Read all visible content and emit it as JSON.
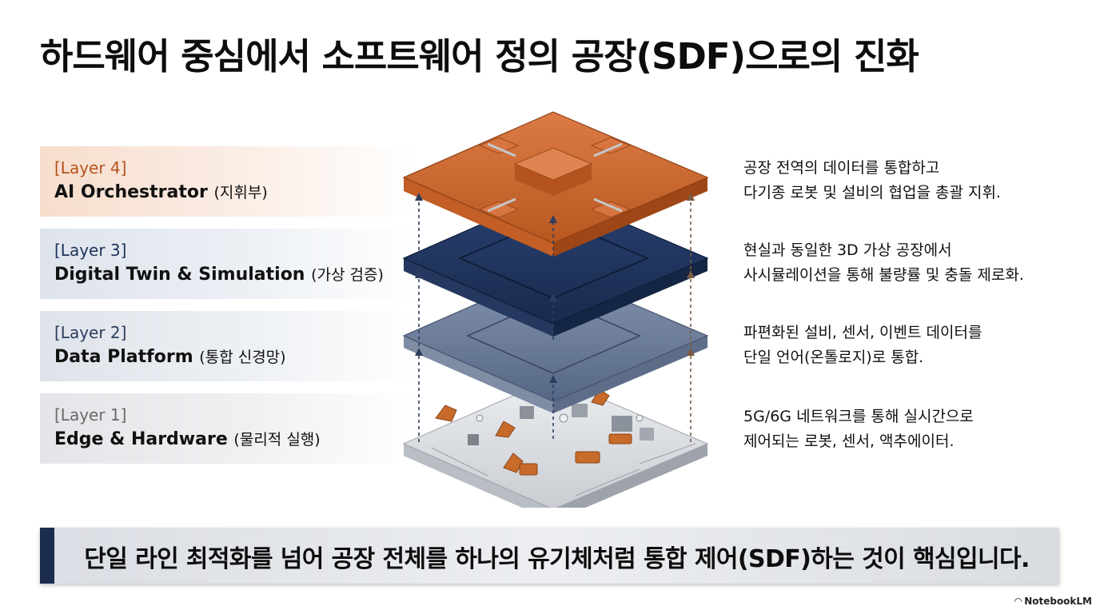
{
  "title": "하드웨어 중심에서 소프트웨어 정의 공장(SDF)으로의 진화",
  "layers": [
    {
      "tag": "[Layer 4]",
      "name": "AI Orchestrator",
      "sub": "(지휘부)",
      "desc_line1": "공장 전역의 데이터를 통합하고",
      "desc_line2": "다기종 로봇 및 설비의 협업을 총괄 지휘.",
      "color": "#c9642e"
    },
    {
      "tag": "[Layer 3]",
      "name": "Digital Twin & Simulation",
      "sub": "(가상 검증)",
      "desc_line1": "현실과 동일한 3D 가상 공장에서",
      "desc_line2": "사시뮬레이션을 통해 불량률 및 충돌 제로화.",
      "color": "#1f3560"
    },
    {
      "tag": "[Layer 2]",
      "name": "Data Platform",
      "sub": "(통합 신경망)",
      "desc_line1": "파편화된 설비, 센서, 이벤트 데이터를",
      "desc_line2": "단일 언어(온톨로지)로 통합.",
      "color": "#6b7c98"
    },
    {
      "tag": "[Layer 1]",
      "name": "Edge & Hardware",
      "sub": "(물리적 실행)",
      "desc_line1": "5G/6G 네트워크를 통해 실시간으로",
      "desc_line2": "제어되는 로봇, 센서, 액추에이터.",
      "color": "#b8bcc3"
    }
  ],
  "banner": "단일 라인 최적화를 넘어 공장 전체를 하나의 유기체처럼 통합 제어(SDF)하는 것이 핵심입니다.",
  "brand": "NotebookLM"
}
